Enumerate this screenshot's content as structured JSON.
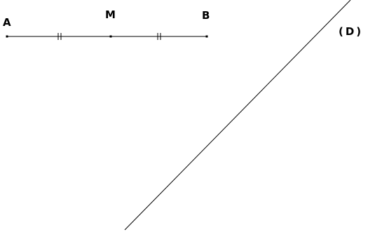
{
  "points": [
    {
      "id": "A",
      "label": "A"
    },
    {
      "id": "M",
      "label": "M"
    },
    {
      "id": "B",
      "label": "B"
    }
  ],
  "segment": {
    "from": "A",
    "to": "B",
    "midpoint": "M",
    "equal_marks": "||"
  },
  "line": {
    "label": "(D)"
  },
  "colors": {
    "stroke": "#000000",
    "background": "#ffffff"
  }
}
